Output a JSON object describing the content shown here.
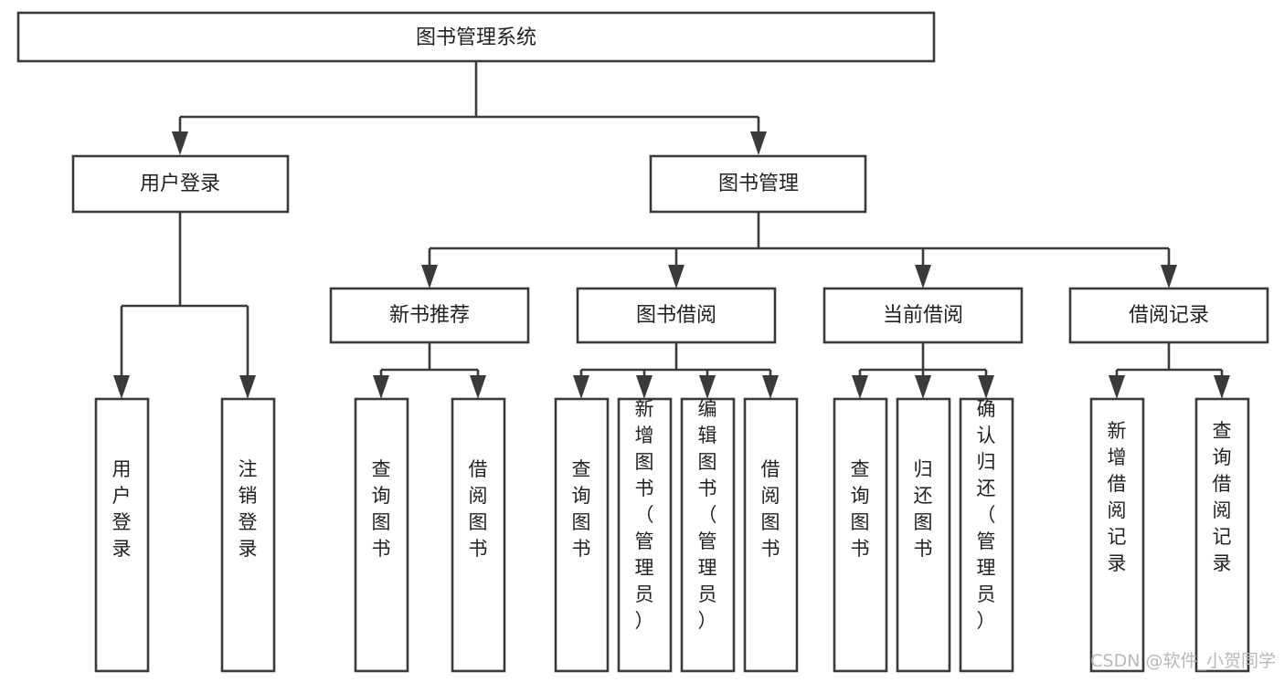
{
  "diagram": {
    "title": "图书管理系统",
    "type": "tree-structure-chart",
    "root": {
      "id": "root",
      "label": "图书管理系统"
    },
    "level2": [
      {
        "id": "user-login",
        "label": "用户登录"
      },
      {
        "id": "book-manage",
        "label": "图书管理"
      }
    ],
    "level3": [
      {
        "id": "new-book-recommend",
        "label": "新书推荐",
        "parent": "book-manage"
      },
      {
        "id": "book-borrow",
        "label": "图书借阅",
        "parent": "book-manage"
      },
      {
        "id": "current-borrow",
        "label": "当前借阅",
        "parent": "book-manage"
      },
      {
        "id": "borrow-record",
        "label": "借阅记录",
        "parent": "book-manage"
      }
    ],
    "leaves": [
      {
        "id": "leaf-user-login",
        "label": "用户登录",
        "parent": "user-login"
      },
      {
        "id": "leaf-logout-login",
        "label": "注销登录",
        "parent": "user-login"
      },
      {
        "id": "leaf-query-book-1",
        "label": "查询图书",
        "parent": "new-book-recommend"
      },
      {
        "id": "leaf-borrow-book-1",
        "label": "借阅图书",
        "parent": "new-book-recommend"
      },
      {
        "id": "leaf-query-book-2",
        "label": "查询图书",
        "parent": "book-borrow"
      },
      {
        "id": "leaf-add-book",
        "label": "新增图书（管理员）",
        "parent": "book-borrow"
      },
      {
        "id": "leaf-edit-book",
        "label": "编辑图书（管理员）",
        "parent": "book-borrow"
      },
      {
        "id": "leaf-borrow-book-2",
        "label": "借阅图书",
        "parent": "book-borrow"
      },
      {
        "id": "leaf-query-book-3",
        "label": "查询图书",
        "parent": "current-borrow"
      },
      {
        "id": "leaf-return-book",
        "label": "归还图书",
        "parent": "current-borrow"
      },
      {
        "id": "leaf-confirm-return",
        "label": "确认归还（管理员）",
        "parent": "current-borrow"
      },
      {
        "id": "leaf-add-record",
        "label": "新增借阅记录",
        "parent": "borrow-record"
      },
      {
        "id": "leaf-query-record",
        "label": "查询借阅记录",
        "parent": "borrow-record"
      }
    ]
  },
  "watermark": {
    "text": "CSDN @软件_小贺同学"
  },
  "colors": {
    "stroke": "#3a3a3a",
    "box_fill": "#ffffff",
    "text": "#222222",
    "watermark": "#b8b8b8",
    "background": "#ffffff"
  }
}
